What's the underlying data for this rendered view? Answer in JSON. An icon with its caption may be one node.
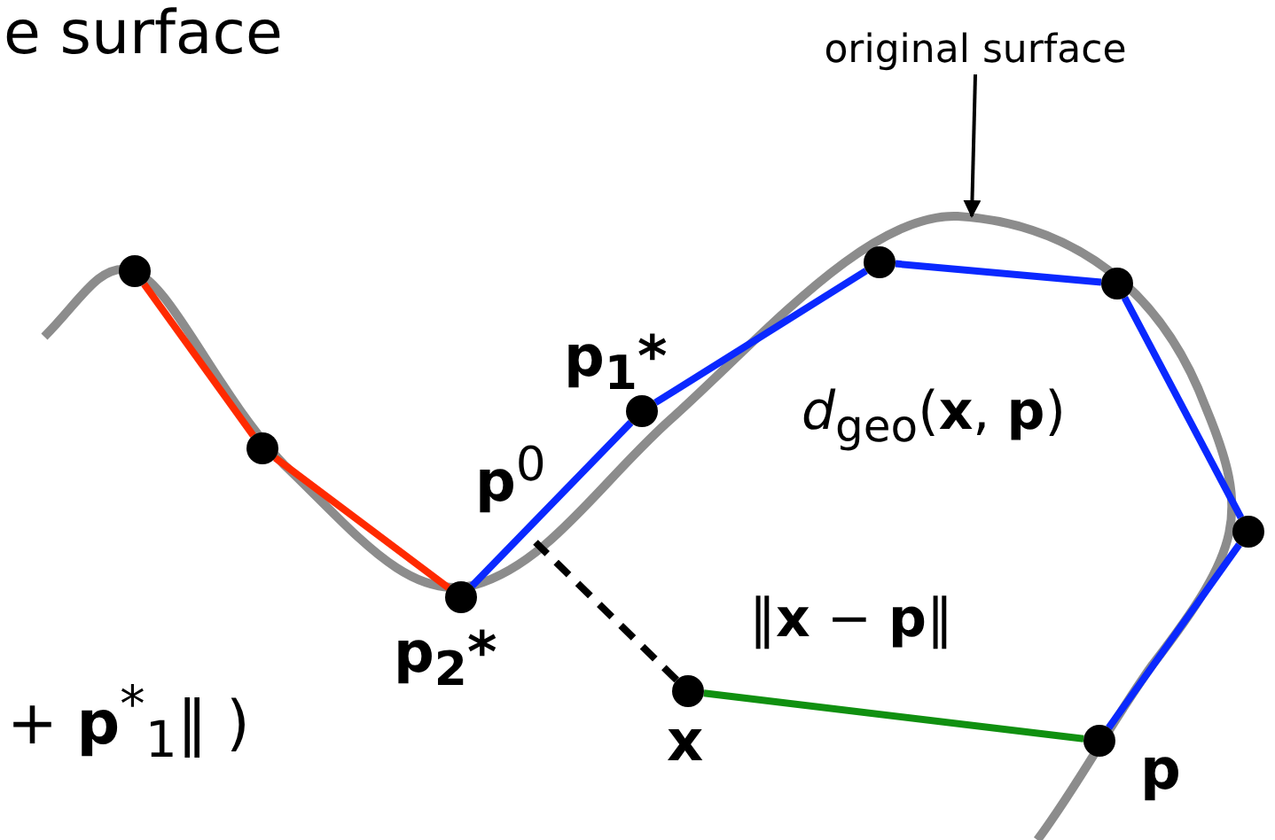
{
  "diagram": {
    "nodes": [
      {
        "text": [],
        "shape": "circle"
      },
      {
        "text": [],
        "shape": "circle"
      },
      {
        "text": [],
        "shape": "circle",
        "beside": [
          "p$_{2}$*"
        ]
      },
      {
        "text": [],
        "shape": "circle",
        "beside": [
          "p$_{1}$*"
        ]
      },
      {
        "text": [],
        "shape": "circle"
      },
      {
        "text": [],
        "shape": "circle"
      },
      {
        "text": [],
        "shape": "circle"
      },
      {
        "text": [],
        "shape": "circle",
        "beside": [
          "p"
        ]
      },
      {
        "text": [],
        "shape": "circle",
        "beside": [
          "x"
        ]
      },
      {
        "text": [
          "original surface"
        ]
      }
    ],
    "edges": [
      {
        "from": 0,
        "to": 1,
        "arrow": "none",
        "color": "#ff2a00"
      },
      {
        "from": 1,
        "to": 2,
        "arrow": "none",
        "color": "#ff2a00"
      },
      {
        "from": 2,
        "to": 3,
        "arrow": "none"
      },
      {
        "from": 3,
        "to": 4,
        "arrow": "none"
      },
      {
        "from": 4,
        "to": 5,
        "arrow": "none"
      },
      {
        "from": 5,
        "to": 6,
        "arrow": "none"
      },
      {
        "from": 6,
        "to": 7,
        "arrow": "none"
      },
      {
        "from": 8,
        "to": 7,
        "arrow": "none",
        "color": "#109010",
        "label": "‖**x** − **p**‖"
      },
      {
        "from": 8,
        "to": null,
        "arrow": "none",
        "style": "dashed",
        "color": "#000000"
      },
      {
        "from": 9,
        "to": null,
        "arrow": "to",
        "color": "#000000"
      }
    ],
    "labels": [
      "e surface",
      "**p**$^{0}$",
      "*d*$_{geo}$(**x**, **p**)",
      "+ **p**$^{*}$$_{1}$‖ )"
    ]
  }
}
